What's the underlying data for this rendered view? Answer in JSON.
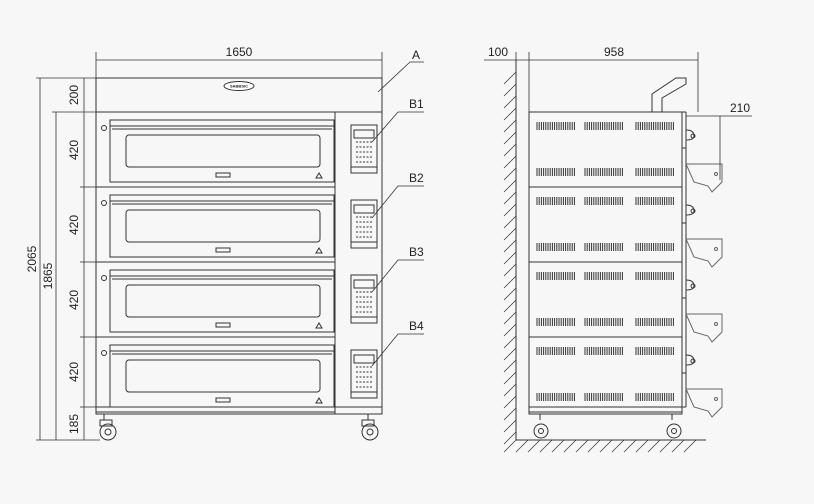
{
  "front_view": {
    "width_label": "1650",
    "height_total_label": "2065",
    "height_body_label": "1865",
    "top_label": "200",
    "deck_labels": [
      "420",
      "420",
      "420",
      "420"
    ],
    "base_label": "185"
  },
  "side_view": {
    "wall_offset_label": "100",
    "depth_label": "958",
    "handle_label": "210"
  },
  "callouts": [
    "A",
    "B1",
    "B2",
    "B3",
    "B4"
  ],
  "colors": {
    "line": "#333333",
    "background": "#f7f7f7"
  }
}
